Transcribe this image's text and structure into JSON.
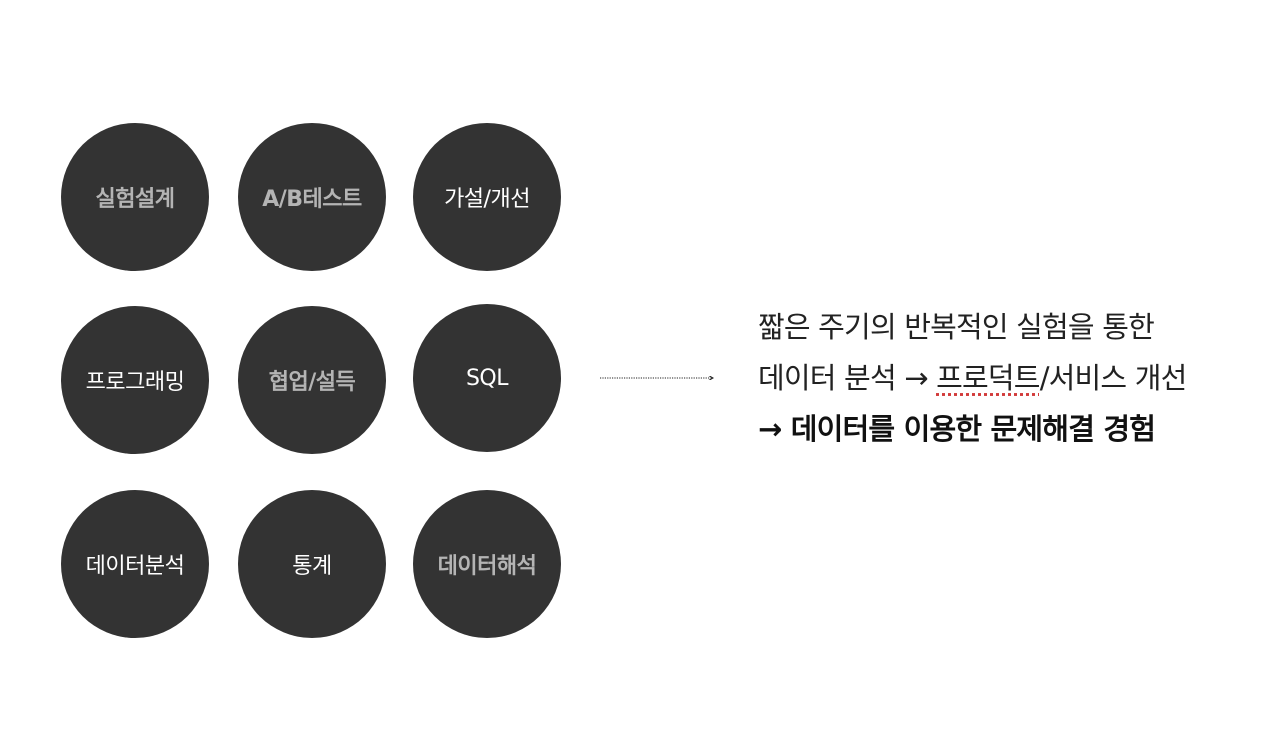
{
  "circles": [
    {
      "label": "실험설계"
    },
    {
      "label": "A/B테스트"
    },
    {
      "label": "가설/개선"
    },
    {
      "label": "프로그래밍"
    },
    {
      "label": "협업/설득"
    },
    {
      "label": "SQL"
    },
    {
      "label": "데이터분석"
    },
    {
      "label": "통계"
    },
    {
      "label": "데이터해석"
    }
  ],
  "summary": {
    "line1": "짧은 주기의 반복적인 실험을 통한",
    "line2_prefix": "데이터 분석 ",
    "line2_arrow": "→",
    "line2_space": " ",
    "line2_underlined": "프로덕트",
    "line2_suffix": "/서비스 개선",
    "line3_arrow": "→",
    "line3_text": " 데이터를 이용한 문제해결 경험"
  },
  "colors": {
    "circle_fill": "#333333",
    "label_gray": "#b4b4b4",
    "label_white": "#ffffff",
    "text": "#222222"
  }
}
